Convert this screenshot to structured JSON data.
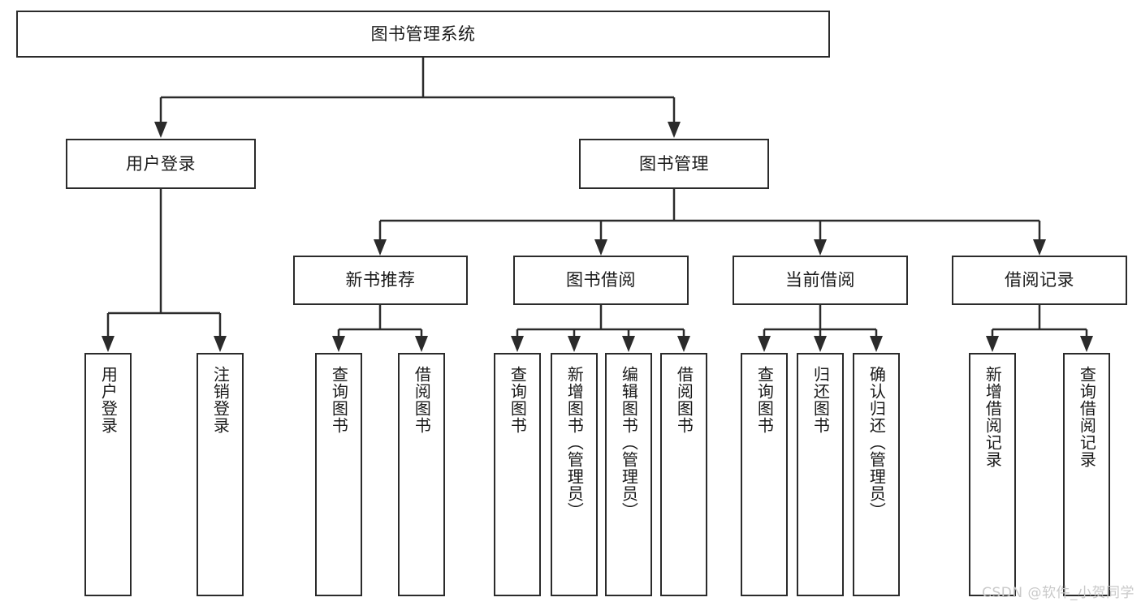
{
  "diagram": {
    "title": "图书管理系统",
    "type": "tree",
    "root": {
      "label": "图书管理系统"
    },
    "level2": [
      {
        "label": "用户登录"
      },
      {
        "label": "图书管理"
      }
    ],
    "level3": [
      {
        "label": "新书推荐"
      },
      {
        "label": "图书借阅"
      },
      {
        "label": "当前借阅"
      },
      {
        "label": "借阅记录"
      }
    ],
    "leaves": {
      "user_login": [
        {
          "label": "用户登录"
        },
        {
          "label": "注销登录"
        }
      ],
      "new_book_recommend": [
        {
          "label": "查询图书"
        },
        {
          "label": "借阅图书"
        }
      ],
      "book_borrow": [
        {
          "label": "查询图书"
        },
        {
          "label": "新增图书（管理员）"
        },
        {
          "label": "编辑图书（管理员）"
        },
        {
          "label": "借阅图书"
        }
      ],
      "current_borrow": [
        {
          "label": "查询图书"
        },
        {
          "label": "归还图书"
        },
        {
          "label": "确认归还（管理员）"
        }
      ],
      "borrow_record": [
        {
          "label": "新增借阅记录"
        },
        {
          "label": "查询借阅记录"
        }
      ]
    }
  },
  "watermark": {
    "text": "CSDN @软件_小贺同学"
  },
  "colors": {
    "stroke": "#2b2b2b",
    "fill": "#ffffff",
    "text": "#1a1a1a",
    "watermark": "#c9c9c9"
  }
}
